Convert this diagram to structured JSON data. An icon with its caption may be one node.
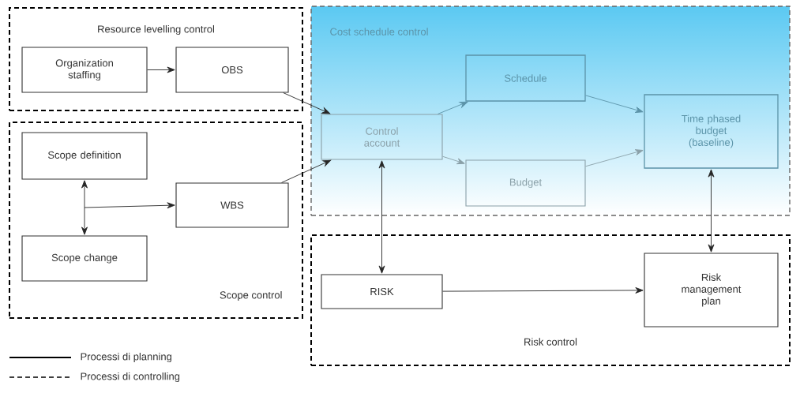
{
  "diagram": {
    "nodes": [
      {
        "text": [
          "Resource levelling control"
        ]
      },
      {
        "text": [
          "Organization staffing"
        ],
        "in": 0
      },
      {
        "text": [
          "OBS"
        ],
        "in": 0
      },
      {
        "text": [
          "Scope control"
        ]
      },
      {
        "text": [
          "Scope definition"
        ],
        "in": 3
      },
      {
        "text": [
          "WBS"
        ],
        "in": 3
      },
      {
        "text": [
          "Scope change"
        ],
        "in": 3
      },
      {
        "text": [
          "Cost schedule control"
        ]
      },
      {
        "text": [
          "Control account"
        ],
        "in": 7
      },
      {
        "text": [
          "Schedule"
        ],
        "in": 7
      },
      {
        "text": [
          "Budget"
        ],
        "in": 7
      },
      {
        "text": [
          "Time phased budget (baseline)"
        ],
        "in": 7
      },
      {
        "text": [
          "Risk control"
        ]
      },
      {
        "text": [
          "RISK"
        ],
        "in": 12
      },
      {
        "text": [
          "Risk management plan"
        ],
        "in": 12
      }
    ],
    "edges": [
      {
        "from": 1,
        "to": 2,
        "arrow": "to"
      },
      {
        "from": 2,
        "to": 8,
        "arrow": "to"
      },
      {
        "from": 5,
        "to": 8,
        "arrow": "to"
      },
      {
        "from": 4,
        "to": 6,
        "arrow": "both"
      },
      {
        "from": null,
        "to": 5,
        "arrow": "to"
      },
      {
        "from": 8,
        "to": 9,
        "arrow": "to",
        "color": "#5b93a8"
      },
      {
        "from": 8,
        "to": 10,
        "arrow": "to",
        "color": "#8aa0a8"
      },
      {
        "from": 9,
        "to": 11,
        "arrow": "to",
        "color": "#5b93a8"
      },
      {
        "from": 10,
        "to": 11,
        "arrow": "to",
        "color": "#8aa0a8"
      },
      {
        "from": 8,
        "to": 13,
        "arrow": "both"
      },
      {
        "from": 11,
        "to": 14,
        "arrow": "both"
      },
      {
        "from": 13,
        "to": 14,
        "arrow": "to"
      }
    ],
    "legend": [
      {
        "text": "Processi di planning"
      },
      {
        "text": "Processi di controlling"
      }
    ]
  }
}
